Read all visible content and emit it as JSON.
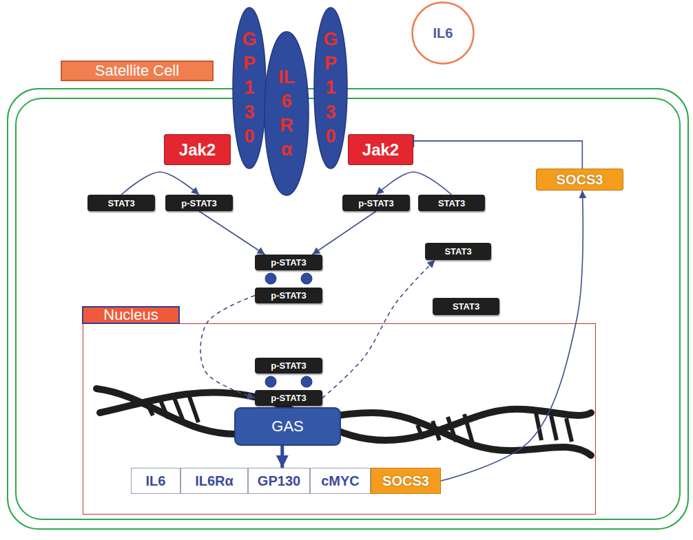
{
  "diagram": {
    "nodes": [
      {
        "text": [
          "Satellite Cell"
        ]
      },
      {
        "text": [
          "IL6"
        ]
      },
      {
        "text": [
          "GP130"
        ]
      },
      {
        "text": [
          "IL6Rα"
        ]
      },
      {
        "text": [
          "GP130"
        ]
      },
      {
        "text": [
          "Jak2"
        ],
        "in": 0
      },
      {
        "text": [
          "Jak2"
        ],
        "in": 0
      },
      {
        "text": [
          "SOCS3"
        ],
        "in": 0
      },
      {
        "text": [
          "STAT3"
        ],
        "in": 0
      },
      {
        "text": [
          "p-STAT3"
        ],
        "in": 0
      },
      {
        "text": [
          "p-STAT3"
        ],
        "in": 0
      },
      {
        "text": [
          "STAT3"
        ],
        "in": 0
      },
      {
        "text": [
          "STAT3"
        ],
        "in": 0
      },
      {
        "text": [
          "p-STAT3"
        ],
        "in": 0
      },
      {
        "text": [
          "p-STAT3"
        ],
        "in": 0
      },
      {
        "text": [
          "STAT3"
        ],
        "in": 0
      },
      {
        "text": [
          "Nucleus"
        ],
        "in": 0
      },
      {
        "text": [
          "p-STAT3"
        ],
        "in": 16
      },
      {
        "text": [
          "p-STAT3"
        ],
        "in": 16
      },
      {
        "text": [
          "GAS"
        ],
        "in": 16
      },
      {
        "text": [
          "IL6"
        ],
        "in": 16
      },
      {
        "text": [
          "IL6Rα"
        ],
        "in": 16
      },
      {
        "text": [
          "GP130"
        ],
        "in": 16
      },
      {
        "text": [
          "cMYC"
        ],
        "in": 16
      },
      {
        "text": [
          "SOCS3"
        ],
        "in": 16
      }
    ],
    "edges": [
      {
        "from": 8,
        "to": 9,
        "arrow": "to"
      },
      {
        "from": 11,
        "to": 10,
        "arrow": "to"
      },
      {
        "from": 9,
        "to": 13,
        "arrow": "to"
      },
      {
        "from": 10,
        "to": 13,
        "arrow": "to"
      },
      {
        "from": 14,
        "to": 18,
        "arrow": "to"
      },
      {
        "from": 18,
        "to": 12,
        "arrow": "to"
      },
      {
        "from": 19,
        "to": 22,
        "arrow": "to"
      },
      {
        "from": 24,
        "to": 7,
        "arrow": "to"
      },
      {
        "from": 7,
        "to": 6,
        "arrow": "to"
      }
    ]
  }
}
